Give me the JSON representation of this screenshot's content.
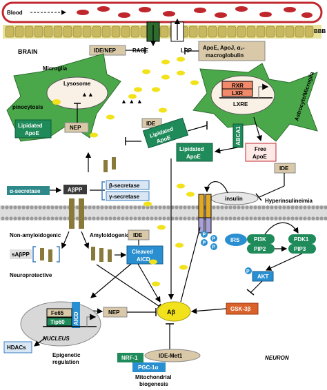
{
  "labels": {
    "blood": "Blood",
    "bbb": "BBB",
    "brain": "BRAIN",
    "ide_nep_top": "IDE/NEP",
    "rage": "RAGE",
    "lrp": "LRP",
    "apoe_apoj_line1": "ApoE, ApoJ, α₂-",
    "apoe_apoj_line2": "macroglobulin",
    "microglia": "Microglia",
    "lysosome": "Lysosome",
    "pinocytosis": "pinocytosis",
    "lipidated_apoe_left_1": "Lipidated",
    "lipidated_apoe_left_2": "ApoE",
    "nep_mid": "NEP",
    "ide_mid": "IDE",
    "lipidated_apoe_mid_1": "Lipidated",
    "lipidated_apoe_mid_2": "ApoE",
    "rxr": "RXR",
    "lxr": "LXR",
    "lxre": "LXRE",
    "astrocyte": "Astrocyte/Microglia",
    "abca1": "ABCA1",
    "lipidated_apoe_right_1": "Lipidated",
    "lipidated_apoe_right_2": "ApoE",
    "free_apoe_1": "Free",
    "free_apoe_2": "ApoE",
    "ide_right": "IDE",
    "insulin": "insulin",
    "hyperinsulinemia": "Hyperinsulineimia",
    "alpha_secretase": "α-secretase",
    "abpp": "AβPP",
    "beta_secretase": "β-secretase",
    "gamma_secretase": "γ-secretase",
    "non_amyloidogenic": "Non-amyloidogenic",
    "amyloidogenic": "Amyloidogenic",
    "ide_center": "IDE",
    "sabpp": "sAβPP",
    "cleaved_aicd_1": "Cleaved",
    "cleaved_aicd_2": "AICD",
    "neuroprotective": "Neuroprotective",
    "p": "P",
    "irs": "IRS",
    "pi3k": "PI3K",
    "pip2": "PIP2",
    "pdk1": "PDK1",
    "pip3": "PIP3",
    "akt": "AKT",
    "gsk3b": "GSK-3β",
    "abeta": "Aβ",
    "nep_low": "NEP",
    "aicd_vertical": "AICD",
    "fe65": "Fe65",
    "tip60": "Tip60",
    "nucleus": "NUCLEUS",
    "hdacs": "HDACs",
    "epigenetic_1": "Epigenetic",
    "epigenetic_2": "regulation",
    "nrf1": "NRF-1",
    "ide_met1": "IDE-Met1",
    "pgc1a": "PGC-1α",
    "mito_1": "Mitochondrial",
    "mito_2": "biogenesis",
    "neuron": "NEURON"
  },
  "colors": {
    "vessel_red": "#c0272d",
    "green_cell": "#4aa84a",
    "green_dark": "#1f8a5a",
    "tan_box": "#d9c9a8",
    "olive": "#8a7a3a",
    "blue": "#2a8fd0",
    "orange": "#d9622b",
    "yellow": "#f2e21b",
    "gray_membrane": "#b0b0b0"
  }
}
